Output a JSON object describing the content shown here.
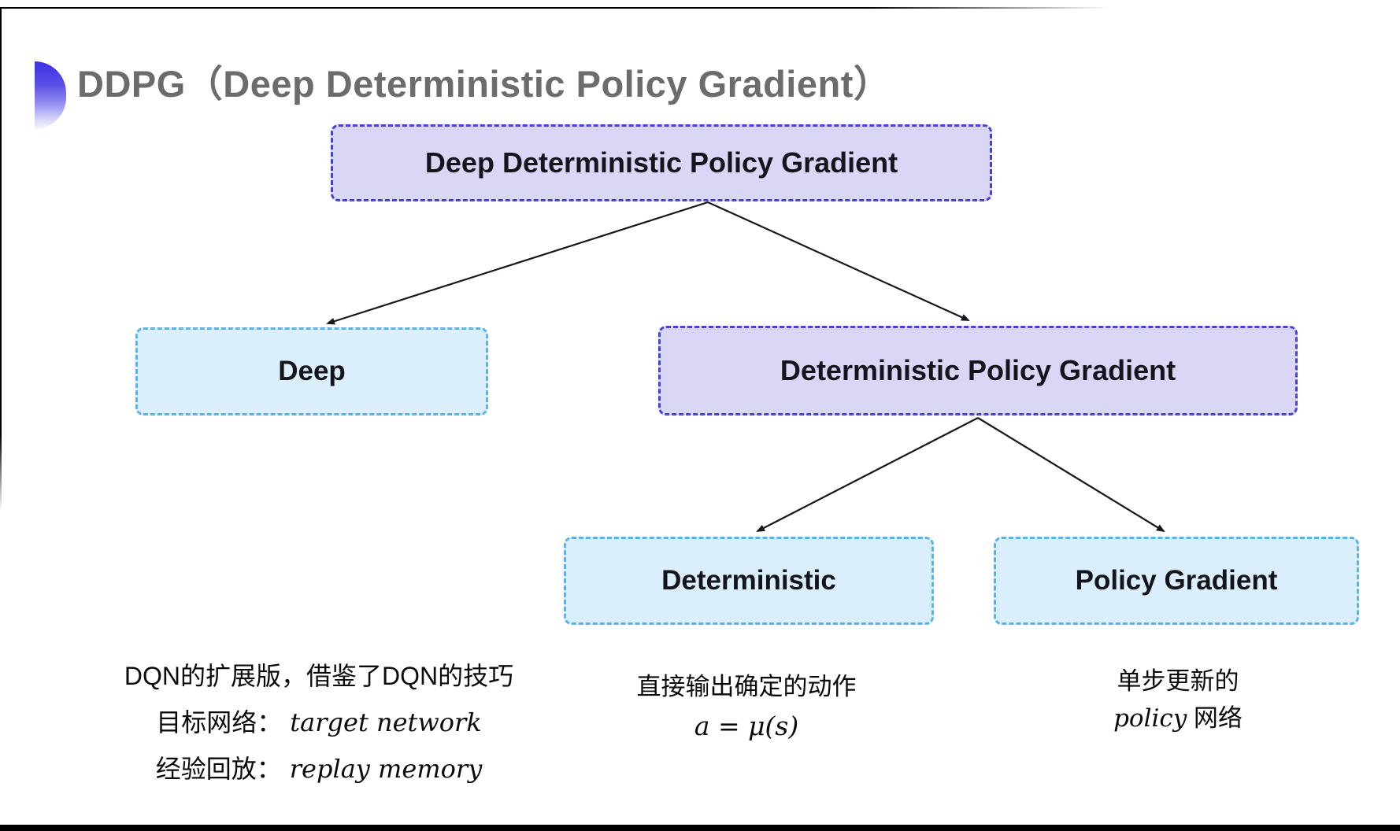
{
  "title": {
    "text": "DDPG（Deep Deterministic Policy Gradient）",
    "color": "#6c6c6c",
    "bullet_gradient_top": "#3c31e2",
    "bullet_gradient_bottom": "#f4f4fe"
  },
  "diagram": {
    "nodes": [
      {
        "id": "ddpg",
        "label": "Deep Deterministic Policy Gradient",
        "variant": "purple"
      },
      {
        "id": "deep",
        "label": "Deep",
        "variant": "cyan"
      },
      {
        "id": "dpg",
        "label": "Deterministic Policy Gradient",
        "variant": "purple"
      },
      {
        "id": "deterministic",
        "label": "Deterministic",
        "variant": "cyan"
      },
      {
        "id": "policy-gradient",
        "label": "Policy Gradient",
        "variant": "cyan"
      }
    ],
    "edges": [
      {
        "from": "ddpg",
        "to": "deep"
      },
      {
        "from": "ddpg",
        "to": "dpg"
      },
      {
        "from": "dpg",
        "to": "deterministic"
      },
      {
        "from": "dpg",
        "to": "policy-gradient"
      }
    ],
    "colors": {
      "purple_fill": "#d9d6f6",
      "purple_border": "#4643d0",
      "cyan_fill": "#daeffb",
      "cyan_border": "#5cb2e2",
      "arrow": "#17171f",
      "node_text": "#14141c"
    }
  },
  "notes": {
    "deep": {
      "line1": "DQN的扩展版，借鉴了DQN的技巧",
      "line2_label": "目标网络：",
      "line2_value": "target network",
      "line3_label": "经验回放：",
      "line3_value": "replay memory"
    },
    "deterministic": {
      "line1": "直接输出确定的动作",
      "equation": "a = μ(s)"
    },
    "policy_gradient": {
      "line1": "单步更新的",
      "line2_italic": "policy",
      "line2_rest": " 网络"
    }
  }
}
